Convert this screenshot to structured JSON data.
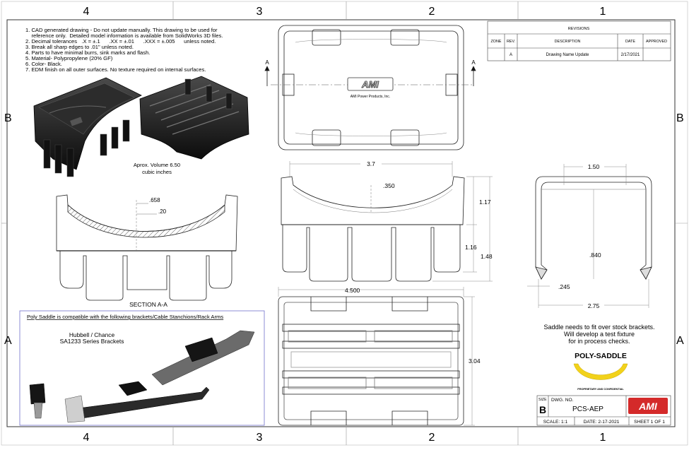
{
  "zones": {
    "top_numbers": [
      "4",
      "3",
      "2",
      "1"
    ],
    "bottom_numbers": [
      "4",
      "3",
      "2",
      "1"
    ],
    "left_letters": [
      "B",
      "A"
    ],
    "right_letters": [
      "B",
      "A"
    ]
  },
  "notes": [
    "1. CAD generated drawing - Do not update manually.  This drawing to be used for",
    "    reference only.  Detailed model information is available from SolidWorks 3D files.",
    "2. Decimal tolerances   .X = ±.1      .XX = ±.01      .XXX = ±.005      unless noted.",
    "3. Break all sharp edges to .01\" unless noted.",
    "4. Parts to have minimal burrs, sink marks and flash.",
    "5. Material- Polypropylene (20% GF)",
    "6. Color- Black.",
    "7. EDM finish on all outer surfaces.  No texture required on internal surfaces."
  ],
  "volume_note": [
    "Aprox. Volume 6.50",
    "cubic inches"
  ],
  "section": {
    "label": "SECTION A-A",
    "dims": [
      ".658",
      ".20"
    ]
  },
  "compat_box": {
    "heading": "Poly Saddle is compatible with the following brackets/Cable Stanchions/Rack Arms",
    "bracket_name": [
      "Hubbell / Chance",
      "SA1233 Series Brackets"
    ]
  },
  "top_view": {
    "section_marker": "A",
    "logo_text": "AMI",
    "company_text": "AMI Power Products, Inc."
  },
  "front_view": {
    "dims": [
      "3.7",
      ".350",
      "1.17",
      "1.16",
      "1.48"
    ]
  },
  "bottom_view": {
    "dims": [
      "4.500",
      "3.04"
    ]
  },
  "side_view": {
    "dims": [
      "1.50",
      ".840",
      ".245",
      "2.75"
    ]
  },
  "revisions": {
    "title": "REVISIONS",
    "headers": [
      "ZONE",
      "REV.",
      "DESCRIPTION",
      "DATE",
      "APPROVED"
    ],
    "rows": [
      {
        "zone": "",
        "rev": "A",
        "description": "Drawing Name Update",
        "date": "2/17/2021",
        "approved": ""
      }
    ]
  },
  "saddle_note": [
    "Saddle needs to fit over stock brackets.",
    "Will develop a test fixture",
    "for in process checks."
  ],
  "product_logo": {
    "name": "POLY-SADDLE",
    "tagline": "PROPRIETARY AND CONFIDENTIAL",
    "colors": {
      "arc": "#f2d21b",
      "text": "#111111"
    }
  },
  "title_block": {
    "size_label": "SIZE",
    "size": "B",
    "dwg_label": "DWG.  NO.",
    "dwg_no": "PCS-AEP",
    "logo": "AMI",
    "logo_color": "#d42a2a",
    "scale": "SCALE: 1:1",
    "date": "DATE: 2-17-2021",
    "sheet": "SHEET 1 OF 1"
  },
  "colors": {
    "line": "#222222",
    "dim": "#555555",
    "compat_border": "#7070cc",
    "render_dark": "#1d1d1d"
  }
}
